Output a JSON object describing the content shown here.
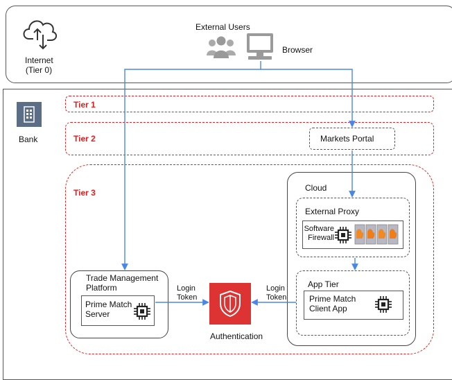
{
  "internet": {
    "label_line1": "Internet",
    "label_line2": "(Tier 0)",
    "icon": "cloud-upload-download-icon"
  },
  "external_users": {
    "label": "External Users",
    "icon": "user-group-icon"
  },
  "browser": {
    "label": "Browser",
    "icon": "desktop-monitor-icon"
  },
  "bank": {
    "label": "Bank",
    "icon": "building-icon"
  },
  "tiers": {
    "tier1": "Tier 1",
    "tier2": "Tier 2",
    "tier3": "Tier 3"
  },
  "markets_portal": {
    "label": "Markets Portal"
  },
  "cloud": {
    "label": "Cloud",
    "external_proxy": {
      "title": "External Proxy",
      "item_line1": "Software",
      "item_line2": "Firewall",
      "icon": "firewall-icon"
    },
    "app_tier": {
      "title": "App Tier",
      "app_line1": "Prime Match",
      "app_line2": "Client App",
      "icon": "chip-icon"
    }
  },
  "trade_management": {
    "title_line1": "Trade Management",
    "title_line2": "Platform",
    "server_line1": "Prime Match",
    "server_line2": "Server",
    "icon": "chip-icon"
  },
  "authentication": {
    "label": "Authentication",
    "icon": "shield-icon"
  },
  "edges": {
    "login_token_left_line1": "Login",
    "login_token_left_line2": "Token",
    "login_token_right_line1": "Login",
    "login_token_right_line2": "Token"
  },
  "colors": {
    "arrow": "#4a86e8",
    "tier": "#e02020",
    "auth": "#dd3333"
  }
}
